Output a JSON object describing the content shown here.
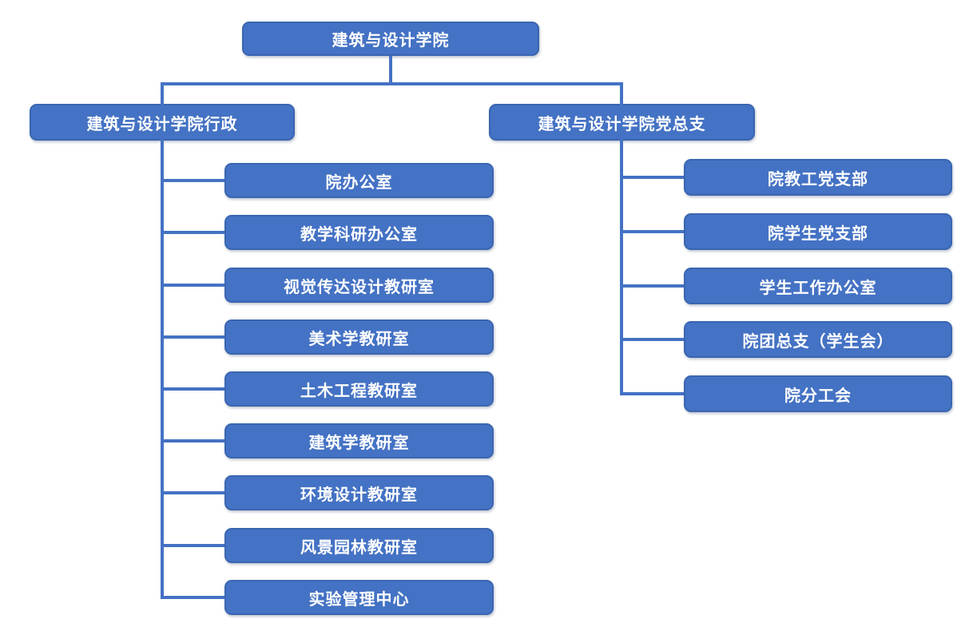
{
  "org": {
    "root": {
      "label": "建筑与设计学院"
    },
    "branches": [
      {
        "id": "admin",
        "label": "建筑与设计学院行政",
        "children": [
          "院办公室",
          "教学科研办公室",
          "视觉传达设计教研室",
          "美术学教研室",
          "土木工程教研室",
          "建筑学教研室",
          "环境设计教研室",
          "风景园林教研室",
          "实验管理中心"
        ]
      },
      {
        "id": "party",
        "label": "建筑与设计学院党总支",
        "children": [
          "院教工党支部",
          "院学生党支部",
          "学生工作办公室",
          "院团总支（学生会）",
          "院分工会"
        ]
      }
    ],
    "colors": {
      "box_fill": "#4472C4",
      "box_border": "#3A66B0",
      "connector": "#4472C4",
      "text": "#FFFFFF"
    }
  }
}
